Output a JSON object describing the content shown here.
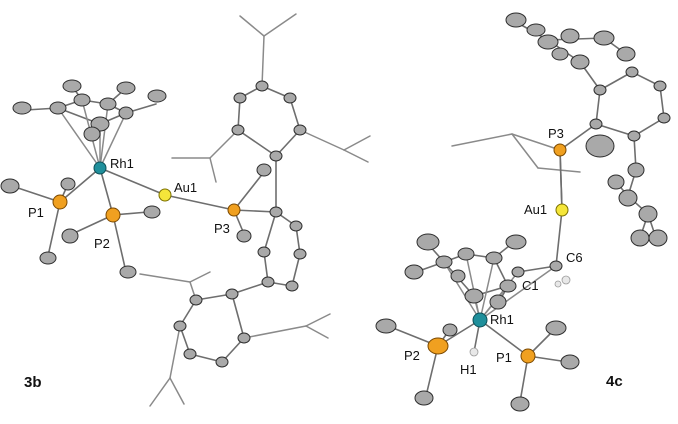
{
  "structures": [
    {
      "caption": "3b",
      "atoms": {
        "rh": "Rh1",
        "au": "Au1",
        "p1": "P1",
        "p2": "P2",
        "p3": "P3"
      }
    },
    {
      "caption": "4c",
      "atoms": {
        "rh": "Rh1",
        "au": "Au1",
        "p1": "P1",
        "p2": "P2",
        "p3": "P3",
        "h1": "H1",
        "c1": "C1",
        "c6": "C6"
      }
    }
  ],
  "colors": {
    "rhodium": "#1f8f9b",
    "gold": "#f5e63a",
    "phosphorus": "#f0a020",
    "carbon": "#a9a9a9",
    "hydrogen": "#e8e8e8",
    "bond": "#6e6e6e"
  }
}
